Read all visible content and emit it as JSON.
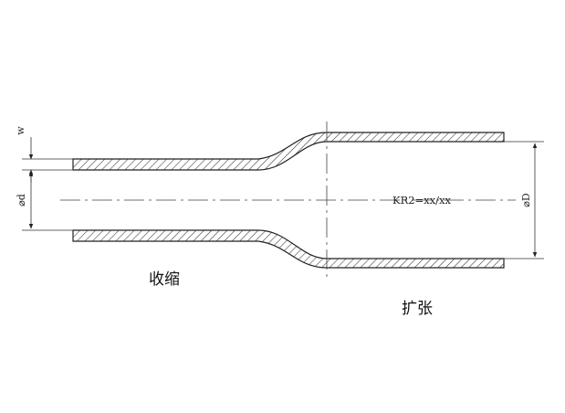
{
  "labels": {
    "shrunk": "收缩",
    "expanded": "扩张",
    "wall_thickness": "w",
    "inner_diameter_shrunk": "⌀d",
    "inner_diameter_expanded": "⌀D",
    "shrink_ratio": "KR2=xx/xx"
  },
  "colors": {
    "line": "#222222",
    "background": "#ffffff"
  }
}
